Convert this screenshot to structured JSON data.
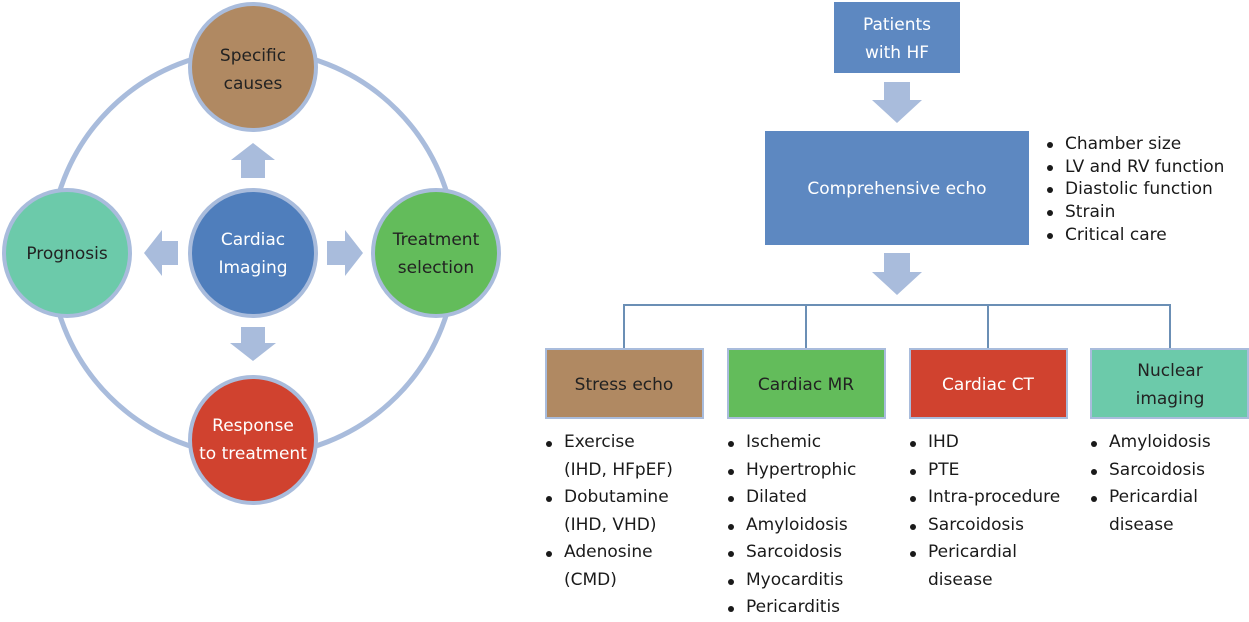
{
  "colors": {
    "ring": "#a9bcdc",
    "arrow": "#a9bcdc",
    "blue_circle": "#4f7ebc",
    "brown": "#b08962",
    "teal": "#6ccaaa",
    "green": "#63bc5b",
    "red": "#d0422f",
    "box_blue": "#5d88c1",
    "connector": "#6b8fb5"
  },
  "left": {
    "center_line1": "Cardiac",
    "center_line2": "Imaging",
    "top_line1": "Specific",
    "top_line2": "causes",
    "left_label": "Prognosis",
    "right_line1": "Treatment",
    "right_line2": "selection",
    "bottom_line1": "Response",
    "bottom_line2": "to treatment"
  },
  "right": {
    "patients_line1": "Patients",
    "patients_line2": "with HF",
    "echo_label": "Comprehensive echo",
    "echo_items": [
      "Chamber size",
      "LV and RV function",
      "Diastolic function",
      "Strain",
      "Critical care"
    ],
    "modalities": [
      {
        "label_line1": "Stress echo",
        "label_line2": "",
        "items": [
          "Exercise",
          "(IHD, HFpEF)",
          "Dobutamine",
          "(IHD, VHD)",
          "Adenosine",
          "(CMD)"
        ],
        "bullets": [
          true,
          false,
          true,
          false,
          true,
          false
        ]
      },
      {
        "label_line1": "Cardiac MR",
        "label_line2": "",
        "items": [
          "Ischemic",
          "Hypertrophic",
          "Dilated",
          "Amyloidosis",
          "Sarcoidosis",
          "Myocarditis",
          "Pericarditis"
        ],
        "bullets": [
          true,
          true,
          true,
          true,
          true,
          true,
          true
        ]
      },
      {
        "label_line1": "Cardiac CT",
        "label_line2": "",
        "items": [
          "IHD",
          "PTE",
          "Intra-procedure",
          "Sarcoidosis",
          "Pericardial",
          "disease"
        ],
        "bullets": [
          true,
          true,
          true,
          true,
          true,
          false
        ]
      },
      {
        "label_line1": "Nuclear",
        "label_line2": "imaging",
        "items": [
          "Amyloidosis",
          "Sarcoidosis",
          "Pericardial",
          "disease"
        ],
        "bullets": [
          true,
          true,
          true,
          false
        ]
      }
    ]
  }
}
